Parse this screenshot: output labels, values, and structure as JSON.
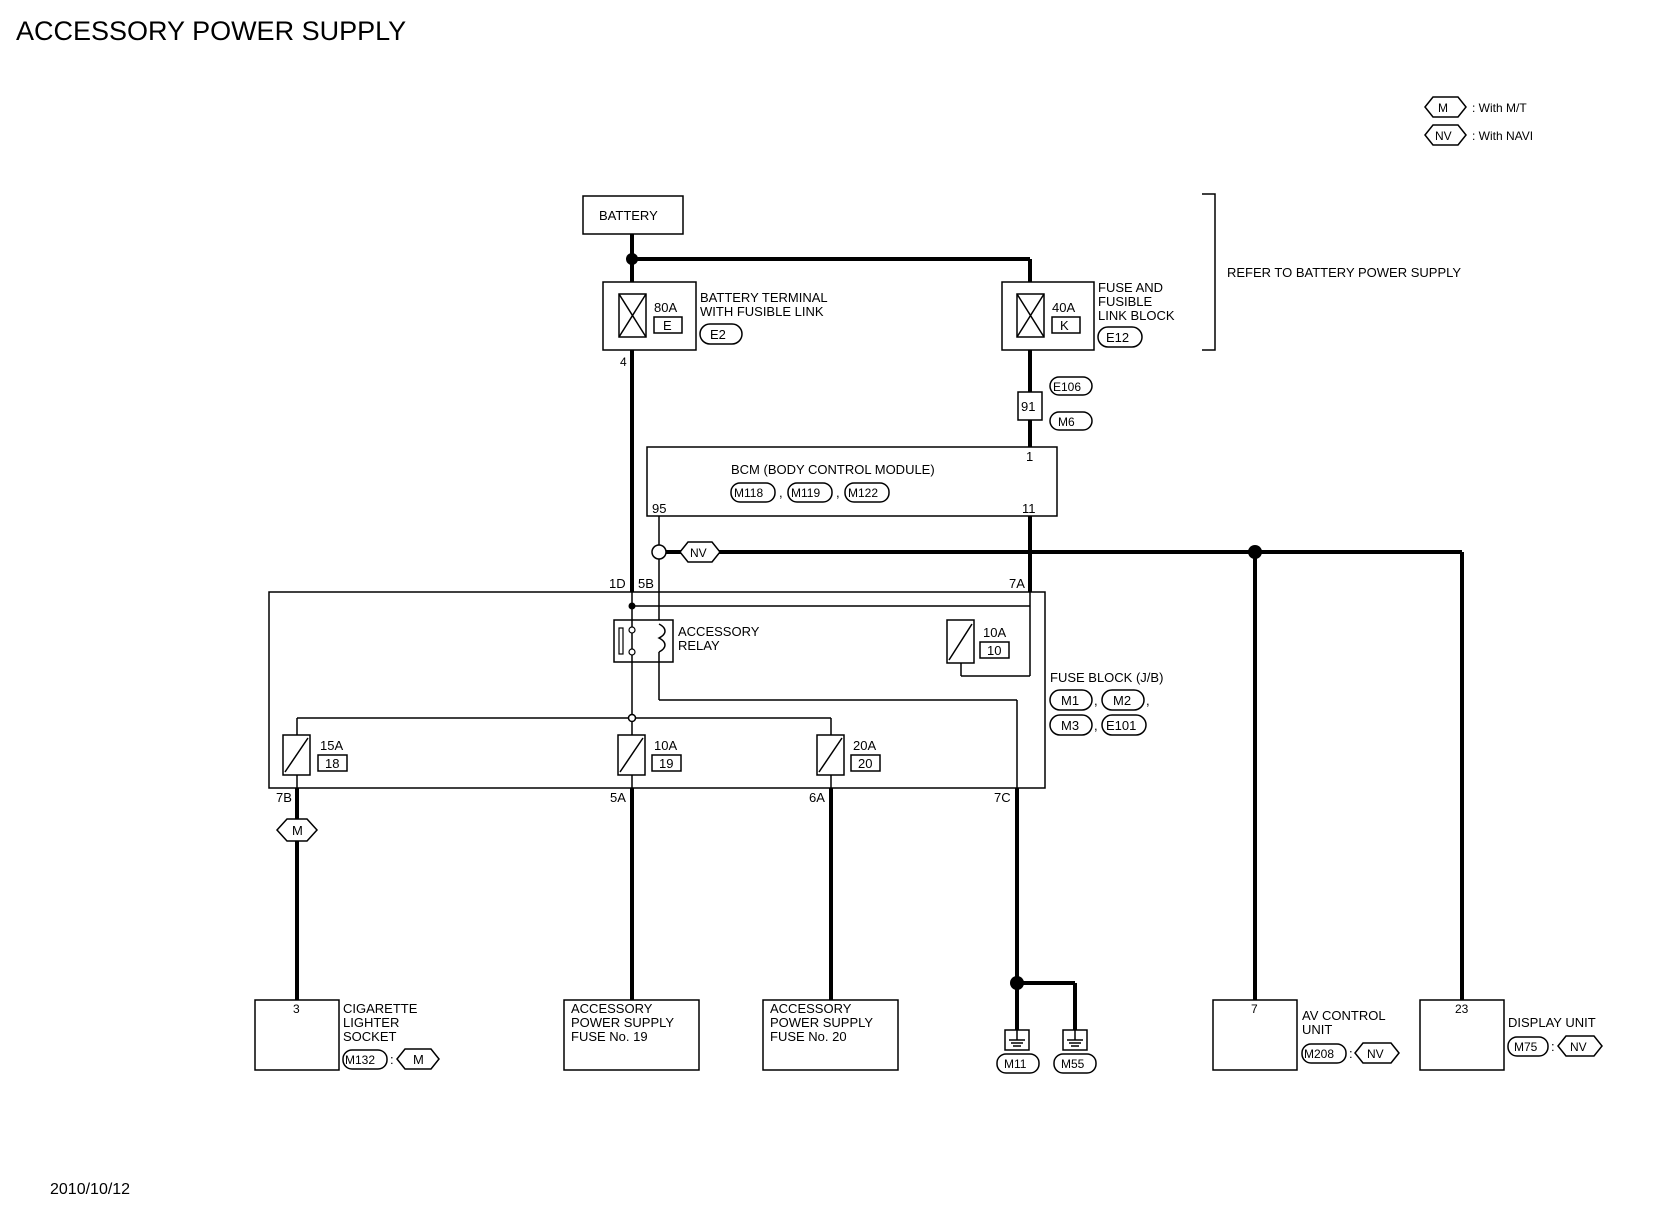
{
  "title": "ACCESSORY POWER SUPPLY",
  "date": "2010/10/12",
  "legend": [
    {
      "code": "M",
      "text": ": With M/T"
    },
    {
      "code": "NV",
      "text": ": With NAVI"
    }
  ],
  "refer_note": "REFER TO BATTERY POWER SUPPLY",
  "battery": "BATTERY",
  "fusible_link_80": {
    "rating": "80A",
    "letter": "E",
    "label1": "BATTERY TERMINAL",
    "label2": "WITH FUSIBLE LINK",
    "connector": "E2",
    "pin": "4"
  },
  "fusible_link_40": {
    "rating": "40A",
    "letter": "K",
    "label1": "FUSE AND",
    "label2": "FUSIBLE",
    "label3": "LINK BLOCK",
    "connector": "E12"
  },
  "joint": {
    "pin": "91",
    "conn_top": "E106",
    "conn_bottom": "M6"
  },
  "bcm": {
    "label": "BCM (BODY CONTROL MODULE)",
    "connectors": [
      "M118",
      "M119",
      "M122"
    ],
    "sep": ",",
    "pin_in": "1",
    "pin_95": "95",
    "pin_11": "11"
  },
  "nv_marker": "NV",
  "fuse_block": {
    "label": "FUSE BLOCK (J/B)",
    "connectors": [
      "M1",
      "M2",
      "M3",
      "E101"
    ],
    "sep": ",",
    "pins": {
      "p1d": "1D",
      "p5b": "5B",
      "p7a": "7A",
      "p7b": "7B",
      "p5a": "5A",
      "p6a": "6A",
      "p7c": "7C"
    },
    "relay": {
      "label1": "ACCESSORY",
      "label2": "RELAY"
    },
    "fuse10_top": {
      "rating": "10A",
      "num": "10"
    },
    "fuse15": {
      "rating": "15A",
      "num": "18"
    },
    "fuse10": {
      "rating": "10A",
      "num": "19"
    },
    "fuse20": {
      "rating": "20A",
      "num": "20"
    }
  },
  "m_marker": "M",
  "cigarette": {
    "pin": "3",
    "label1": "CIGARETTE",
    "label2": "LIGHTER",
    "label3": "SOCKET",
    "connector": "M132",
    "colon": ":",
    "option": "M"
  },
  "acc19": {
    "label1": "ACCESSORY",
    "label2": "POWER SUPPLY",
    "label3": "FUSE No. 19"
  },
  "acc20": {
    "label1": "ACCESSORY",
    "label2": "POWER SUPPLY",
    "label3": "FUSE No. 20"
  },
  "grounds": [
    "M11",
    "M55"
  ],
  "av": {
    "pin": "7",
    "label1": "AV CONTROL",
    "label2": "UNIT",
    "connector": "M208",
    "colon": ":",
    "option": "NV"
  },
  "display": {
    "pin": "23",
    "label": "DISPLAY UNIT",
    "connector": "M75",
    "colon": ":",
    "option": "NV"
  }
}
